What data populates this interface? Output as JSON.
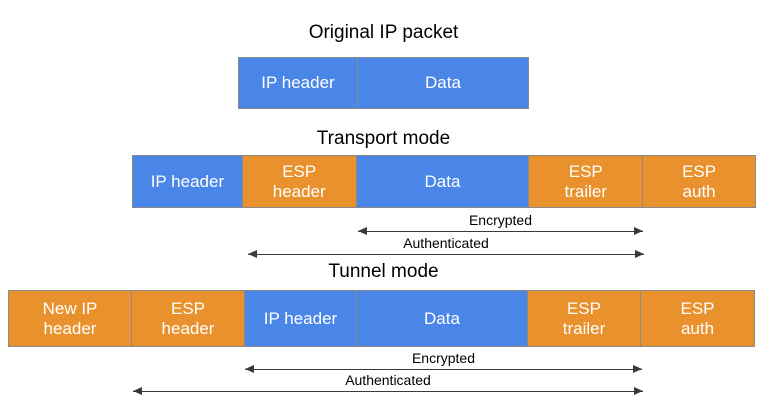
{
  "colors": {
    "blue": "#4a86e8",
    "orange": "#e8912d",
    "border": "#8a8a8a",
    "arrow": "#3a3a3a",
    "field_text": "#ffffff",
    "label_text": "#000000",
    "background": "#ffffff"
  },
  "diagram": {
    "type": "ipsec-esp-packet-format",
    "sections": [
      {
        "id": "original",
        "title": "Original IP packet",
        "fields": [
          {
            "label": "IP header",
            "color": "blue"
          },
          {
            "label": "Data",
            "color": "blue"
          }
        ],
        "annotations": []
      },
      {
        "id": "transport",
        "title": "Transport mode",
        "fields": [
          {
            "label": "IP header",
            "color": "blue"
          },
          {
            "label": "ESP header",
            "color": "orange"
          },
          {
            "label": "Data",
            "color": "blue"
          },
          {
            "label": "ESP trailer",
            "color": "orange"
          },
          {
            "label": "ESP auth",
            "color": "orange"
          }
        ],
        "annotations": [
          {
            "label": "Encrypted",
            "from_field": "Data",
            "to_field": "ESP trailer"
          },
          {
            "label": "Authenticated",
            "from_field": "ESP header",
            "to_field": "ESP trailer"
          }
        ]
      },
      {
        "id": "tunnel",
        "title": "Tunnel mode",
        "fields": [
          {
            "label": "New IP header",
            "color": "orange"
          },
          {
            "label": "ESP header",
            "color": "orange"
          },
          {
            "label": "IP header",
            "color": "blue"
          },
          {
            "label": "Data",
            "color": "blue"
          },
          {
            "label": "ESP trailer",
            "color": "orange"
          },
          {
            "label": "ESP auth",
            "color": "orange"
          }
        ],
        "annotations": [
          {
            "label": "Encrypted",
            "from_field": "IP header",
            "to_field": "ESP trailer"
          },
          {
            "label": "Authenticated",
            "from_field": "ESP header",
            "to_field": "ESP trailer"
          }
        ]
      }
    ]
  },
  "text": {
    "title_original": "Original IP packet",
    "title_transport": "Transport mode",
    "title_tunnel": "Tunnel mode",
    "f_ip_header": "IP header",
    "f_new_ip_header_l1": "New IP",
    "f_new_ip_header_l2": "header",
    "f_data": "Data",
    "f_esp_header_l1": "ESP",
    "f_esp_header_l2": "header",
    "f_esp_trailer_l1": "ESP",
    "f_esp_trailer_l2": "trailer",
    "f_esp_auth_l1": "ESP",
    "f_esp_auth_l2": "auth",
    "a_encrypted": "Encrypted",
    "a_authenticated": "Authenticated"
  }
}
